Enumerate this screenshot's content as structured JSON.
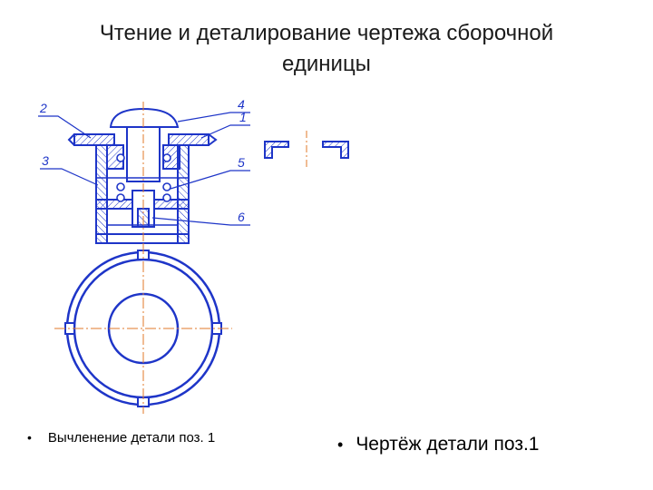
{
  "slide": {
    "title_line1": "Чтение и деталирование чертежа сборочной",
    "title_line2": "единицы"
  },
  "callouts": [
    "2",
    "3",
    "4",
    "1",
    "5",
    "6"
  ],
  "bullets": {
    "left": "Вычленение детали поз. 1",
    "right": "Чертёж детали поз.1"
  },
  "colors": {
    "line": "#1e35c8",
    "axis": "#e07a2a",
    "text": "#1a1a1a"
  }
}
